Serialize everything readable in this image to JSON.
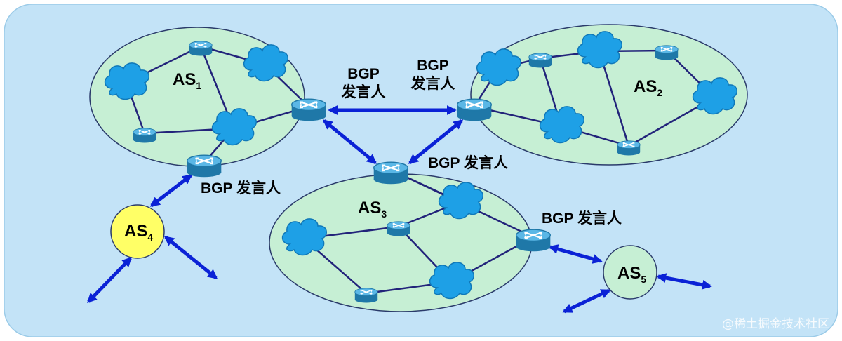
{
  "as_labels": {
    "as1": {
      "base": "AS",
      "sub": "1"
    },
    "as2": {
      "base": "AS",
      "sub": "2"
    },
    "as3": {
      "base": "AS",
      "sub": "3"
    },
    "as4": {
      "base": "AS",
      "sub": "4"
    },
    "as5": {
      "base": "AS",
      "sub": "5"
    }
  },
  "speaker_labels": {
    "top_left": {
      "line1": "BGP",
      "line2": "发言人"
    },
    "top_right": {
      "line1": "BGP",
      "line2": "发言人"
    },
    "middle": "BGP 发言人",
    "left": "BGP 发言人",
    "right": "BGP 发言人"
  },
  "watermark": "@稀土掘金技术社区",
  "colors": {
    "background": "#c3e3f7",
    "as_fill": "#c6efd4",
    "as4_fill": "#ffff66",
    "link": "#22237a",
    "arrow": "#0b22d6",
    "cloud": "#1ea0e6",
    "router": "#2a93c9"
  },
  "icons": {
    "router": "router-icon",
    "cloud": "network-cloud-icon",
    "arrow": "double-arrow-icon"
  }
}
